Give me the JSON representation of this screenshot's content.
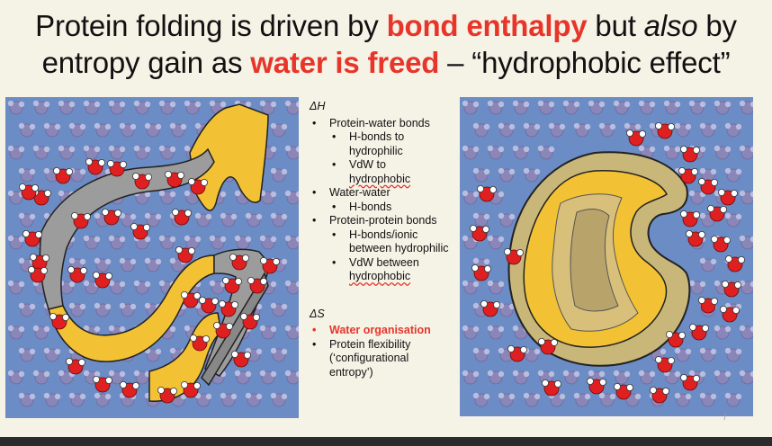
{
  "title": {
    "part1": "Protein folding is driven by ",
    "hl1": "bond enthalpy",
    "part2": " but ",
    "em": "also",
    "part3": " by entropy gain as ",
    "hl2": "water is freed",
    "part4": " – “hydrophobic effect”"
  },
  "notes": {
    "enthalpy_head": "ΔH",
    "entropy_head": "ΔS",
    "bullet": "•",
    "protein_water": "Protein-water bonds",
    "hbonds_to": "H-bonds to hydrophilic",
    "vdw_to": "VdW to",
    "hydrophobic": "hydrophobic",
    "water_water": "Water-water",
    "hbonds": "H-bonds",
    "protein_protein": "Protein-protein bonds",
    "hbonds_ionic": "H-bonds/ionic between hydrophilic",
    "vdw_between": "VdW between",
    "hydrophobic2": "hydrophobic",
    "water_org": "Water organisation",
    "protein_flex": "Protein flexibility (‘configurational entropy’)"
  },
  "page_number": "7",
  "colors": {
    "accent_red": "#e8352a",
    "panel_blue": "#6b8cc4",
    "protein_yellow": "#f3c234",
    "protein_grey": "#9c9c9c",
    "water_oxygen": "#e02020"
  }
}
